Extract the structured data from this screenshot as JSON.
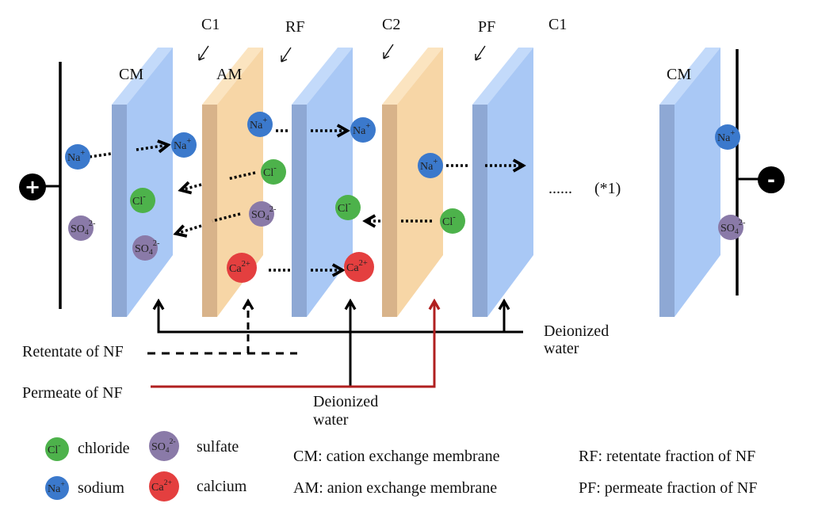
{
  "colors": {
    "cation_membrane": {
      "face": "#a9c8f5",
      "edge": "#8ea8d4",
      "top": "#c3dafa"
    },
    "anion_membrane": {
      "face": "#f7d6a6",
      "edge": "#d8b38a",
      "top": "#fbe4c0"
    },
    "sodium": "#3b79cc",
    "chloride": "#4db24b",
    "sulfate": "#8a7aa8",
    "calcium": "#e43f3f",
    "permeate_line": "#b02020"
  },
  "membranes": [
    "CM",
    "AM",
    "CM",
    "AM",
    "CM",
    "CM"
  ],
  "top_labels": {
    "c1a": "C1",
    "rf": "RF",
    "c2": "C2",
    "pf": "PF",
    "c1b": "C1"
  },
  "membrane_labels": {
    "cm_left": "CM",
    "am": "AM",
    "cm_right": "CM"
  },
  "ions": {
    "na": {
      "sym": "Na",
      "sub": "",
      "chg": "+"
    },
    "cl": {
      "sym": "Cl",
      "sub": "",
      "chg": "-"
    },
    "so4": {
      "sym": "SO",
      "sub": "4",
      "chg": "2-"
    },
    "ca": {
      "sym": "Ca",
      "sub": "",
      "chg": "2+"
    }
  },
  "electrodes": {
    "anode": "+",
    "cathode": "-"
  },
  "continuation": {
    "dots": "......",
    "note": "(*1)"
  },
  "streams": {
    "retentate": "Retentate of NF",
    "permeate": "Permeate of NF",
    "deionized_right_1": "Deionized",
    "deionized_right_2": "water",
    "deionized_bottom_1": "Deionized",
    "deionized_bottom_2": "water"
  },
  "legend": {
    "chloride": "chloride",
    "sulfate": "sulfate",
    "sodium": "sodium",
    "calcium": "calcium",
    "cm": "CM: cation exchange membrane",
    "am": "AM: anion exchange membrane",
    "rf": "RF: retentate fraction of NF",
    "pf": "PF: permeate fraction of NF"
  }
}
